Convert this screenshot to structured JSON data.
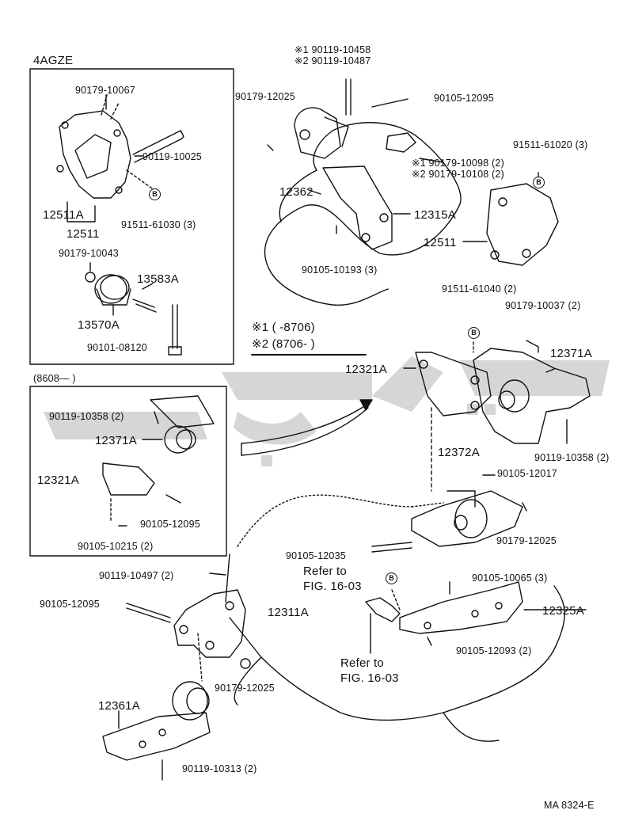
{
  "labels": {
    "box1_title": "4AGZE",
    "box2_title": "(8608—       )",
    "p_90179_10067": "90179-10067",
    "p_90119_10025": "90119-10025",
    "p_12511A_left": "12511A",
    "p_12511_left": "12511",
    "p_91511_61030": "91511-61030 (3)",
    "p_90179_10043": "90179-10043",
    "p_13583A": "13583A",
    "p_13570A": "13570A",
    "p_90101_08120": "90101-08120",
    "p_note1_top": "※1 90119-10458",
    "p_note2_top": "※2 90119-10487",
    "p_90179_12025_top": "90179-12025",
    "p_90105_12095_top": "90105-12095",
    "p_note1_nut": "※1 90179-10098 (2)",
    "p_note2_nut": "※2 90179-10108 (2)",
    "p_91511_61020": "91511-61020 (3)",
    "p_12362": "12362",
    "p_12315A": "12315A",
    "p_12511_right": "12511",
    "p_90105_10193": "90105-10193 (3)",
    "p_91511_61040": "91511-61040 (2)",
    "p_90179_10037": "90179-10037 (2)",
    "legend_note1": "※1 (       -8706)",
    "legend_note2": "※2 (8706-       )",
    "p_12321A_right": "12321A",
    "p_12371A_right": "12371A",
    "p_90119_10358_right": "90119-10358 (2)",
    "p_90119_10358_box": "90119-10358 (2)",
    "p_12371A_box": "12371A",
    "p_12321A_box": "12321A",
    "p_90105_12095_box": "90105-12095",
    "p_90105_10215": "90105-10215 (2)",
    "p_12372A": "12372A",
    "p_90105_12017": "90105-12017",
    "p_90179_12025_mid": "90179-12025",
    "p_90105_12035": "90105-12035",
    "refer1_a": "Refer to",
    "refer1_b": "FIG. 16-03",
    "p_90105_10065": "90105-10065 (3)",
    "p_12325A": "12325A",
    "p_90105_12093": "90105-12093 (2)",
    "p_90119_10497": "90119-10497 (2)",
    "p_90105_12095_bottom": "90105-12095",
    "p_12311A": "12311A",
    "refer2_a": "Refer to",
    "refer2_b": "FIG. 16-03",
    "p_90179_12025_bottom": "90179-12025",
    "p_12361A": "12361A",
    "p_90119_10313": "90119-10313 (2)",
    "figure_code": "MA  8324-E",
    "b_mark": "B"
  },
  "colors": {
    "ink": "#111111",
    "paper": "#ffffff",
    "watermark": "#c8c8c8"
  }
}
